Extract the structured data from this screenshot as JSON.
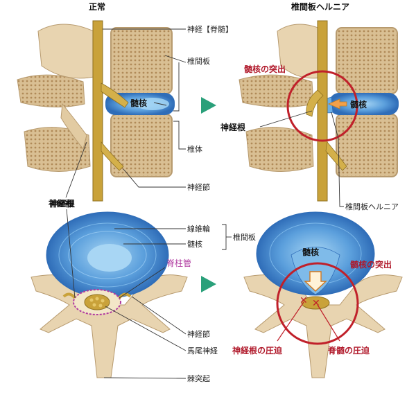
{
  "headings": {
    "normal": "正常",
    "herniation": "椎間板ヘルニア"
  },
  "labels": {
    "nerve": "神経【脊髄】",
    "disc": "椎間板",
    "nucleus": "髄核",
    "vertebral_body": "椎体",
    "nerve_ganglion": "神経節",
    "nerve_root_top": "神経根",
    "nucleus_right_top": "髄核",
    "nerve_root_right_top": "神経根",
    "protrusion_top": "髄核の突出",
    "disc_herniation": "椎間板ヘルニア",
    "nerve_root_bottom": "神経根",
    "annulus": "線維輪",
    "nucleus_bottom": "髄核",
    "disc_bottom": "椎間板",
    "spinal_canal": "脊柱管",
    "nucleus_right_bottom": "髄核",
    "protrusion_bottom": "髄核の突出",
    "nerve_ganglion_bottom": "神経節",
    "cauda_equina": "馬尾神経",
    "spinous_process": "棘突起",
    "root_compression": "神経根の圧迫",
    "cord_compression": "脊髄の圧迫"
  },
  "colors": {
    "bone": "#e8d4b0",
    "bone_dark": "#c9ad84",
    "disc_blue": "#3f82cf",
    "disc_light": "#8fc3ee",
    "nerve": "#c9a23a",
    "arrow_green": "#2aa07a",
    "highlight_red": "#c0202a",
    "canal_purple": "#b03aa0"
  }
}
